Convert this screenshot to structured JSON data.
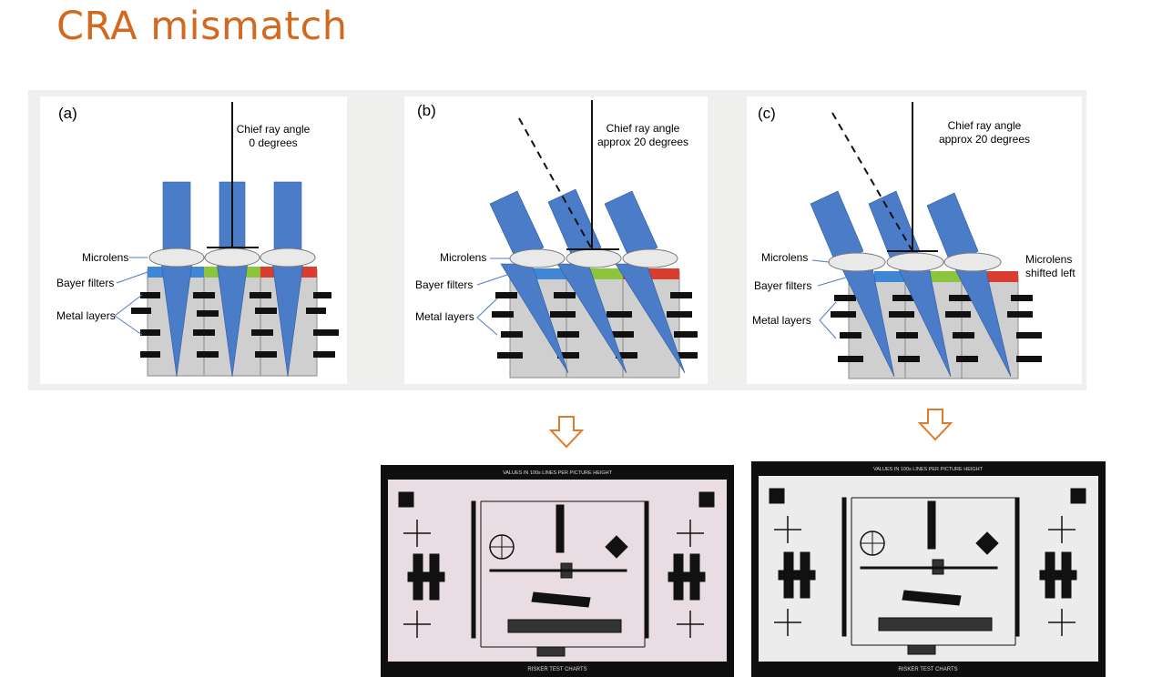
{
  "slide": {
    "title": "CRA mismatch"
  },
  "panels": [
    {
      "id": "a",
      "letter": "(a)",
      "cra_line1": "Chief ray angle",
      "cra_line2": "0 degrees",
      "microlens": "Microlens",
      "bayer": "Bayer filters",
      "metal": "Metal layers",
      "note1": "",
      "note2": ""
    },
    {
      "id": "b",
      "letter": "(b)",
      "cra_line1": "Chief ray angle",
      "cra_line2": "approx 20 degrees",
      "microlens": "Microlens",
      "bayer": "Bayer filters",
      "metal": "Metal layers",
      "note1": "",
      "note2": ""
    },
    {
      "id": "c",
      "letter": "(c)",
      "cra_line1": "Chief ray angle",
      "cra_line2": "approx 20 degrees",
      "microlens": "Microlens",
      "bayer": "Bayer filters",
      "metal": "Metal layers",
      "note1": "Microlens",
      "note2": "shifted left"
    }
  ],
  "test_charts": [
    {
      "id": "chart-b",
      "header": "VALUES IN 100s LINES PER PICTURE HEIGHT",
      "brand": "RISKER TEST CHARTS",
      "tint": "#e9dde3",
      "frame_bg": "#0c0c0c"
    },
    {
      "id": "chart-c",
      "header": "VALUES IN 100s LINES PER PICTURE HEIGHT",
      "brand": "RISKER TEST CHARTS",
      "tint": "#ececec",
      "frame_bg": "#0c0c0c"
    }
  ],
  "colors": {
    "title": "#d2691e",
    "beam": "#4a7cc7",
    "lens": "#e9e9e9",
    "blue_filter": "#3f86d6",
    "green_filter": "#8cc43c",
    "red_filter": "#d93d2e",
    "arrow": "#e07b2a"
  },
  "icons": {
    "arrow": "down-arrow-icon"
  }
}
